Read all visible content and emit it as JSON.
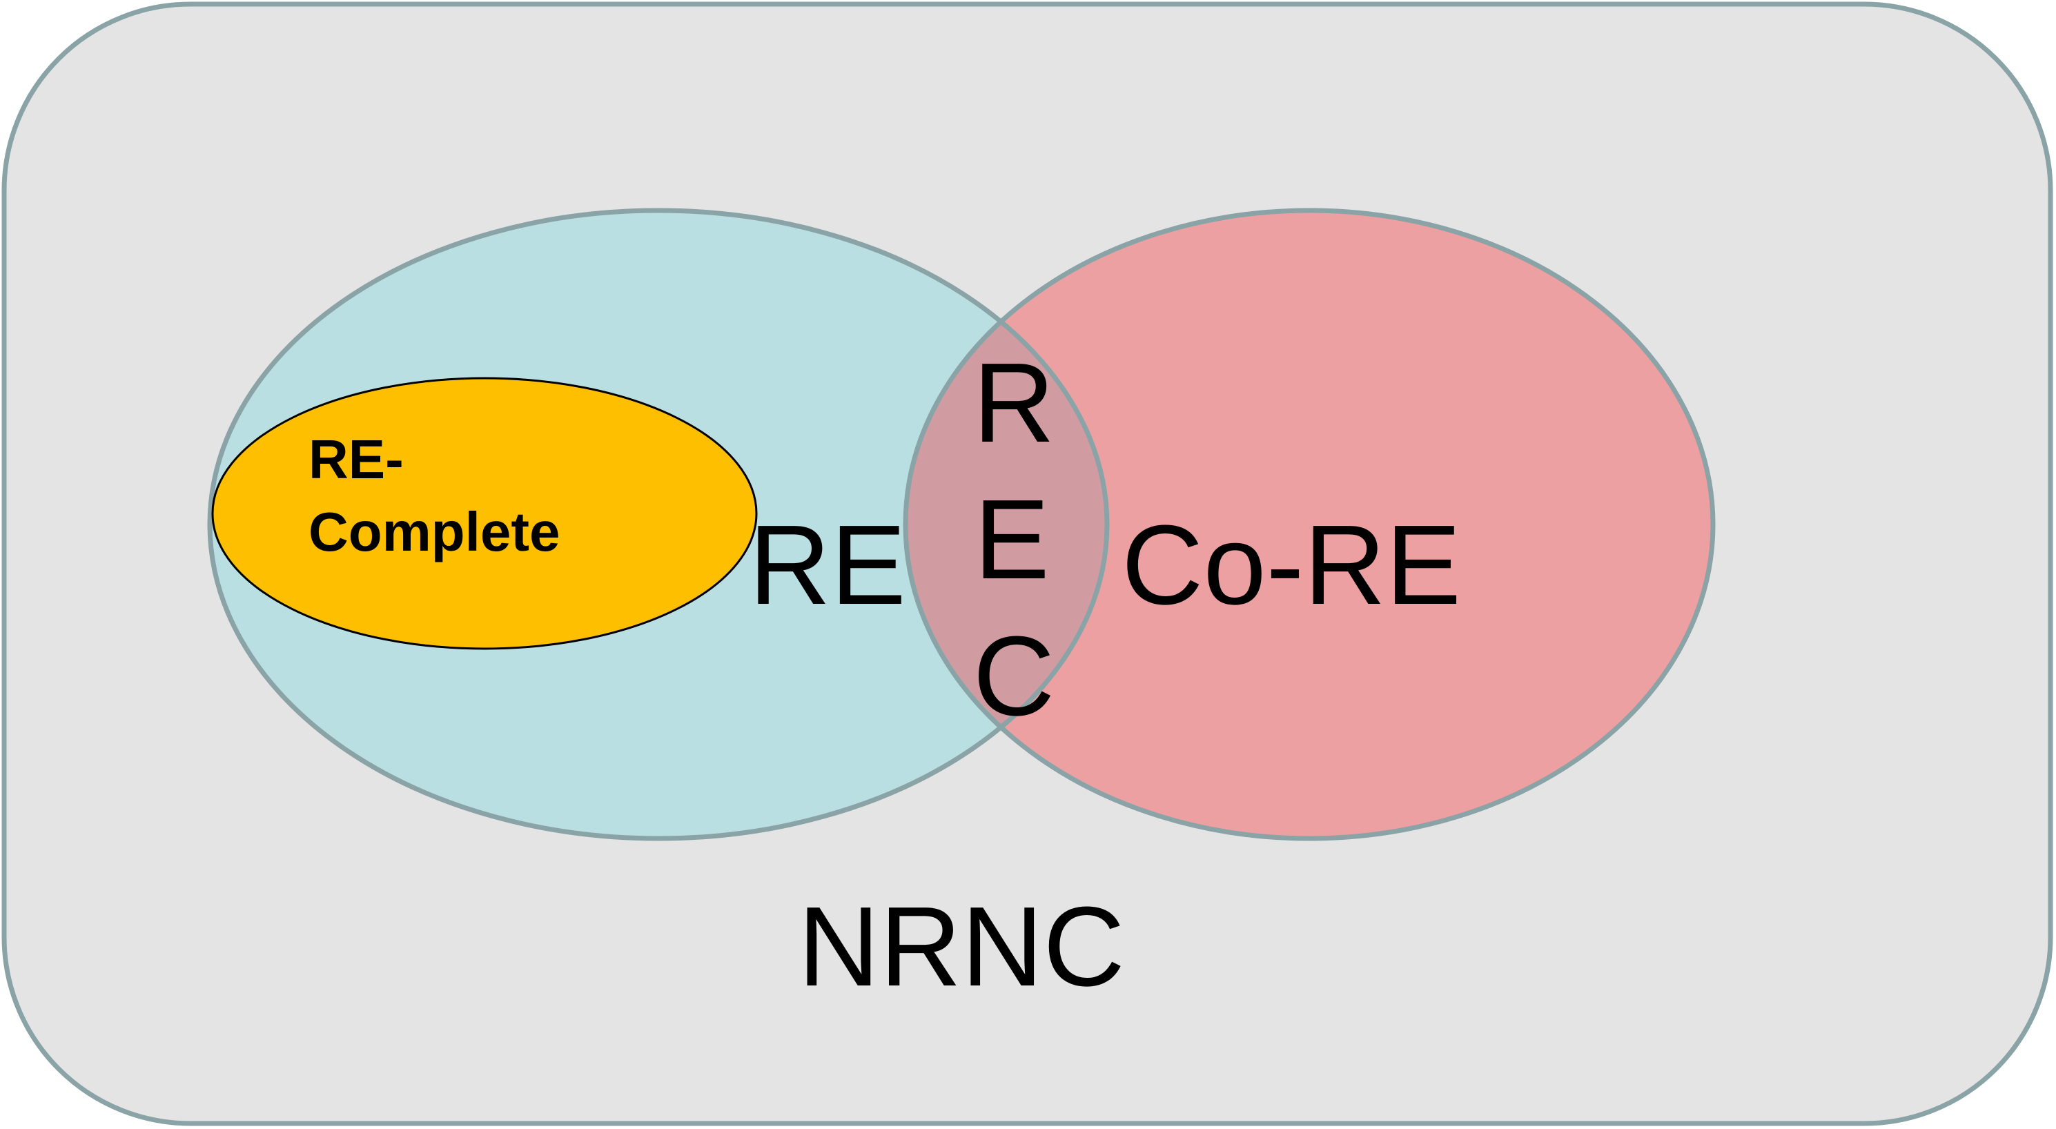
{
  "diagram": {
    "labels": {
      "universe": "NRNC",
      "re": "RE",
      "core": "Co-RE",
      "rec_letters": [
        "R",
        "E",
        "C"
      ],
      "re_complete_line1": "RE-",
      "re_complete_line2": "Complete"
    },
    "colors": {
      "background": "#E4E4E4",
      "border": "#8AA3A6",
      "re_set": "#BADFE3",
      "core_set": "#EDA0A1",
      "intersection": "#D19CA1",
      "re_complete_set": "#FDBF00",
      "text": "#000000"
    }
  }
}
